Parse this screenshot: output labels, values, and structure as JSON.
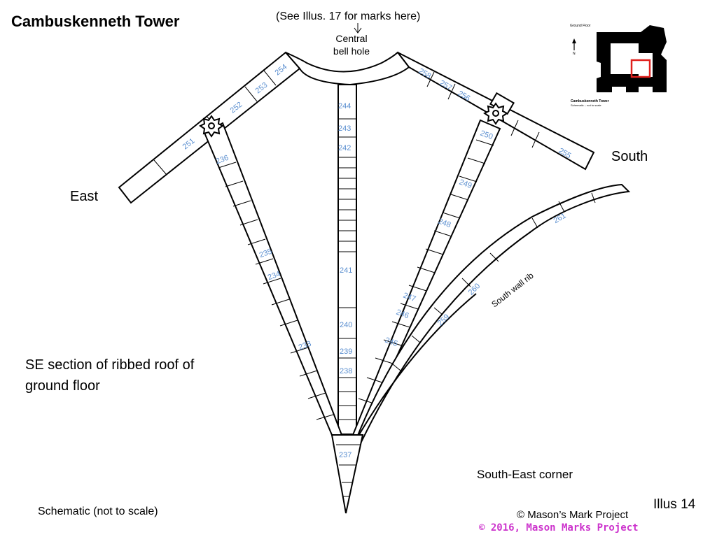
{
  "title": "Cambuskenneth Tower",
  "header_note": "(See Illus. 17 for marks here)",
  "bell_hole_label": "Central bell hole",
  "direction_labels": {
    "east": "East",
    "south": "South"
  },
  "section_caption": "SE section of ribbed roof of ground floor",
  "corner_label": "South-East corner",
  "south_wall_rib_label": "South wall rib",
  "schematic_note": "Schematic (not to scale)",
  "copyright": "© Mason’s Mark Project",
  "copyright_2016": "© 2016, Mason Marks Project",
  "illus_number": "Illus 14",
  "stone_numbers": {
    "east_arm": [
      "251",
      "252",
      "253",
      "254"
    ],
    "south_arm": [
      "258",
      "257",
      "256",
      "255"
    ],
    "central_rib": [
      "244",
      "243",
      "242",
      "241",
      "240",
      "239",
      "238"
    ],
    "left_rib": [
      "236",
      "235",
      "234",
      "233"
    ],
    "right_rib": [
      "250",
      "249",
      "248",
      "247",
      "246",
      "245"
    ],
    "wall_rib": [
      "261",
      "260",
      "259"
    ],
    "corner_stone": "237"
  },
  "inset_plan": {
    "label": "Ground Floor",
    "caption": "Cambuskenneth Tower",
    "subcaption": "Schematic – not to scale",
    "north_label": "N",
    "highlight_color": "#e0201c"
  },
  "colors": {
    "stone_numbers": "#5b8fd0",
    "copyright_2016": "#cc33cc"
  }
}
